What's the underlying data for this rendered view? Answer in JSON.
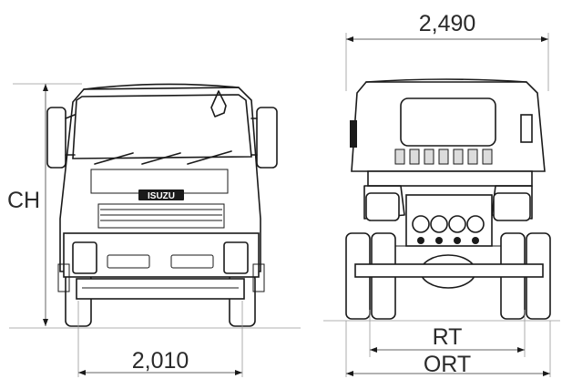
{
  "dimensions": {
    "overall_width": "2,490",
    "front_track": "2,010",
    "cab_height": "CH",
    "rear_track": "RT",
    "outer_rear_track": "ORT"
  },
  "front_view": {
    "grille_badge": "ISUZU"
  }
}
